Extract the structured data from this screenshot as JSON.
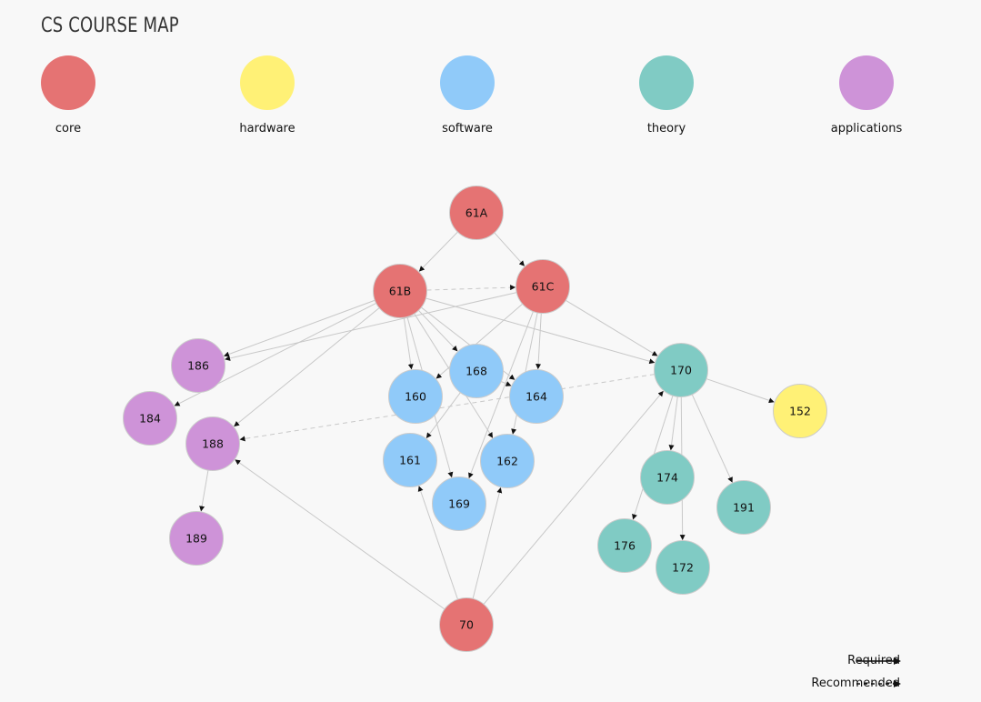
{
  "title": "CS COURSE MAP",
  "colors": {
    "core": "#e57373",
    "hardware": "#fff176",
    "software": "#90caf9",
    "theory": "#80cbc4",
    "applications": "#ce93d8",
    "edge": "#c8c8c8",
    "node_stroke": "#cccccc"
  },
  "legend": [
    {
      "key": "core",
      "label": "core"
    },
    {
      "key": "hardware",
      "label": "hardware"
    },
    {
      "key": "software",
      "label": "software"
    },
    {
      "key": "theory",
      "label": "theory"
    },
    {
      "key": "applications",
      "label": "applications"
    }
  ],
  "courses": [
    {
      "id": "61A",
      "label": "61A",
      "category": "core"
    },
    {
      "id": "61B",
      "label": "61B",
      "category": "core"
    },
    {
      "id": "61C",
      "label": "61C",
      "category": "core"
    },
    {
      "id": "70",
      "label": "70",
      "category": "core"
    },
    {
      "id": "186",
      "label": "186",
      "category": "applications"
    },
    {
      "id": "184",
      "label": "184",
      "category": "applications"
    },
    {
      "id": "188",
      "label": "188",
      "category": "applications"
    },
    {
      "id": "189",
      "label": "189",
      "category": "applications"
    },
    {
      "id": "160",
      "label": "160",
      "category": "software"
    },
    {
      "id": "168",
      "label": "168",
      "category": "software"
    },
    {
      "id": "164",
      "label": "164",
      "category": "software"
    },
    {
      "id": "161",
      "label": "161",
      "category": "software"
    },
    {
      "id": "162",
      "label": "162",
      "category": "software"
    },
    {
      "id": "169",
      "label": "169",
      "category": "software"
    },
    {
      "id": "170",
      "label": "170",
      "category": "theory"
    },
    {
      "id": "174",
      "label": "174",
      "category": "theory"
    },
    {
      "id": "176",
      "label": "176",
      "category": "theory"
    },
    {
      "id": "172",
      "label": "172",
      "category": "theory"
    },
    {
      "id": "191",
      "label": "191",
      "category": "theory"
    },
    {
      "id": "152",
      "label": "152",
      "category": "hardware"
    }
  ],
  "prerequisites": [
    {
      "from": "61A",
      "to": "61B",
      "type": "required"
    },
    {
      "from": "61A",
      "to": "61C",
      "type": "required"
    },
    {
      "from": "61B",
      "to": "61C",
      "type": "recommended"
    },
    {
      "from": "61B",
      "to": "186",
      "type": "required"
    },
    {
      "from": "61C",
      "to": "186",
      "type": "required"
    },
    {
      "from": "61B",
      "to": "184",
      "type": "required"
    },
    {
      "from": "61B",
      "to": "188",
      "type": "required"
    },
    {
      "from": "61B",
      "to": "160",
      "type": "required"
    },
    {
      "from": "61B",
      "to": "168",
      "type": "required"
    },
    {
      "from": "61B",
      "to": "164",
      "type": "required"
    },
    {
      "from": "61B",
      "to": "169",
      "type": "required"
    },
    {
      "from": "61B",
      "to": "162",
      "type": "required"
    },
    {
      "from": "61B",
      "to": "170",
      "type": "required"
    },
    {
      "from": "61C",
      "to": "160",
      "type": "required"
    },
    {
      "from": "61C",
      "to": "164",
      "type": "required"
    },
    {
      "from": "61C",
      "to": "162",
      "type": "required"
    },
    {
      "from": "61C",
      "to": "169",
      "type": "required"
    },
    {
      "from": "61C",
      "to": "170",
      "type": "required"
    },
    {
      "from": "168",
      "to": "164",
      "type": "required"
    },
    {
      "from": "168",
      "to": "161",
      "type": "required"
    },
    {
      "from": "170",
      "to": "188",
      "type": "recommended"
    },
    {
      "from": "170",
      "to": "152",
      "type": "required"
    },
    {
      "from": "170",
      "to": "174",
      "type": "required"
    },
    {
      "from": "170",
      "to": "172",
      "type": "required"
    },
    {
      "from": "170",
      "to": "191",
      "type": "required"
    },
    {
      "from": "170",
      "to": "176",
      "type": "required"
    },
    {
      "from": "188",
      "to": "189",
      "type": "required"
    },
    {
      "from": "70",
      "to": "188",
      "type": "required"
    },
    {
      "from": "70",
      "to": "161",
      "type": "required"
    },
    {
      "from": "70",
      "to": "162",
      "type": "required"
    },
    {
      "from": "70",
      "to": "170",
      "type": "required"
    }
  ],
  "key": {
    "required": "Required",
    "recommended": "Recommended"
  }
}
